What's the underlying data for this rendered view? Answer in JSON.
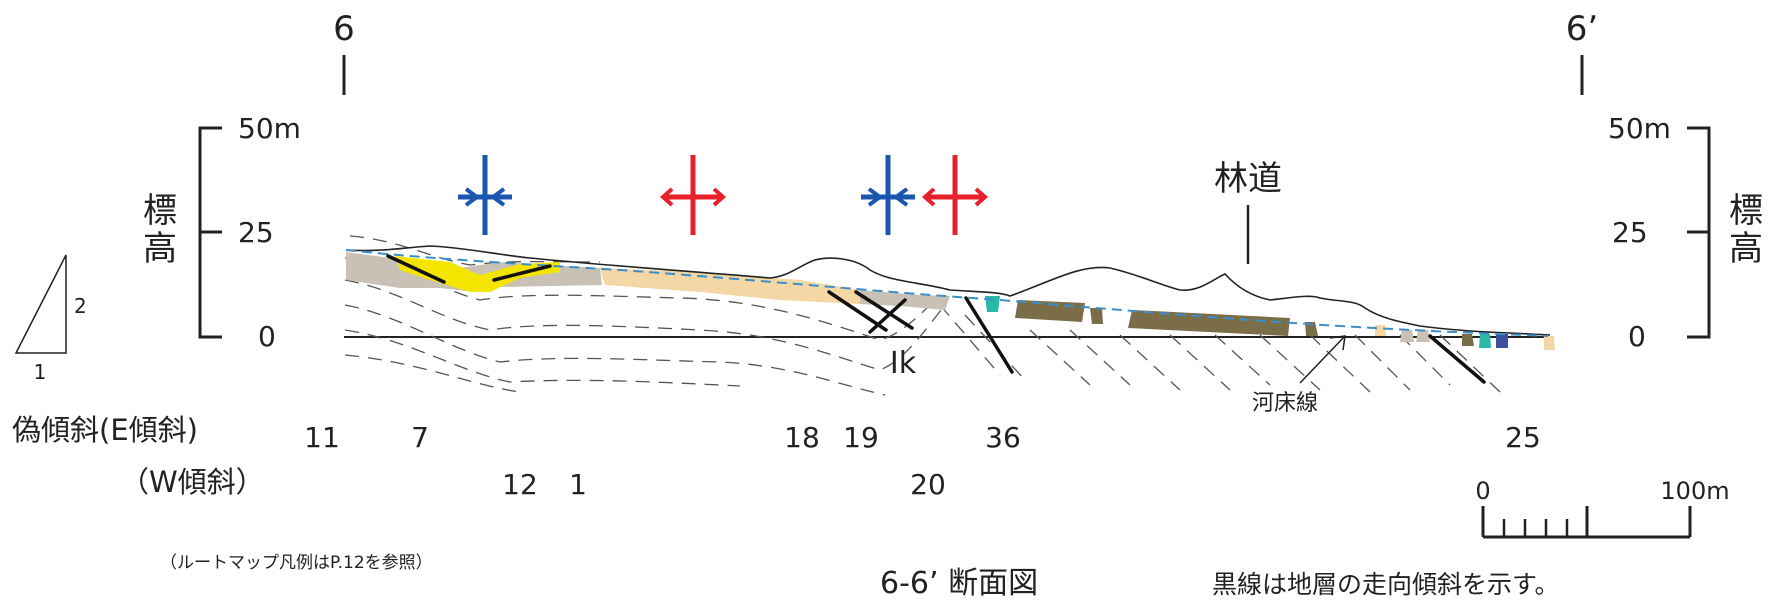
{
  "section_ends": {
    "left": "6",
    "right": "6’"
  },
  "elevation_axis": {
    "label_chars": [
      "標",
      "高"
    ],
    "ticks": [
      "50m",
      "25",
      "0"
    ]
  },
  "ratio_triangle": {
    "vertical": "2",
    "horizontal": "1"
  },
  "labels": {
    "forest_road": "林道",
    "riverbed": "河床線",
    "formation_code": "Ik"
  },
  "dip_readings": {
    "east_label": "偽傾斜(E傾斜)",
    "west_label": "（W傾斜）",
    "east_values": [
      "11",
      "7",
      "18",
      "19",
      "36",
      "25"
    ],
    "west_values": [
      "12",
      "1",
      "20"
    ]
  },
  "scale_bar": {
    "start": "0",
    "end": "100m"
  },
  "notes": {
    "legend_ref": "（ルートマップ凡例はP.12を参照）",
    "title": "6-6’ 断面図",
    "caption": "黒線は地層の走向傾斜を示す。"
  },
  "colors": {
    "syncline": "#1a56b0",
    "anticline": "#e8202a",
    "yellow_bed": "#f3e500",
    "tan_bed": "#f4d7a4",
    "gray_bed": "#c9c1b5",
    "olive_bed": "#7a6d48",
    "teal_bed": "#2ab9a9",
    "river_line": "#3a8fc8"
  }
}
